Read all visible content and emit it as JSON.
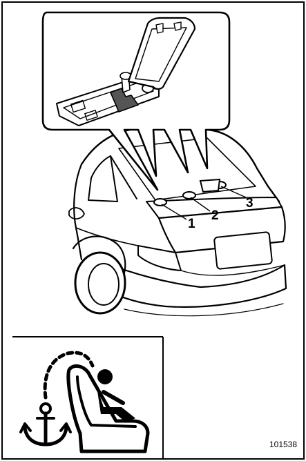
{
  "figure": {
    "callouts": [
      "1",
      "2",
      "3"
    ],
    "reference_number": "101538",
    "icons": {
      "inset": "tether-anchor-cover-inset",
      "car": "sedan-rear-view",
      "symbol": "child-seat-tether-anchor-icon"
    }
  }
}
